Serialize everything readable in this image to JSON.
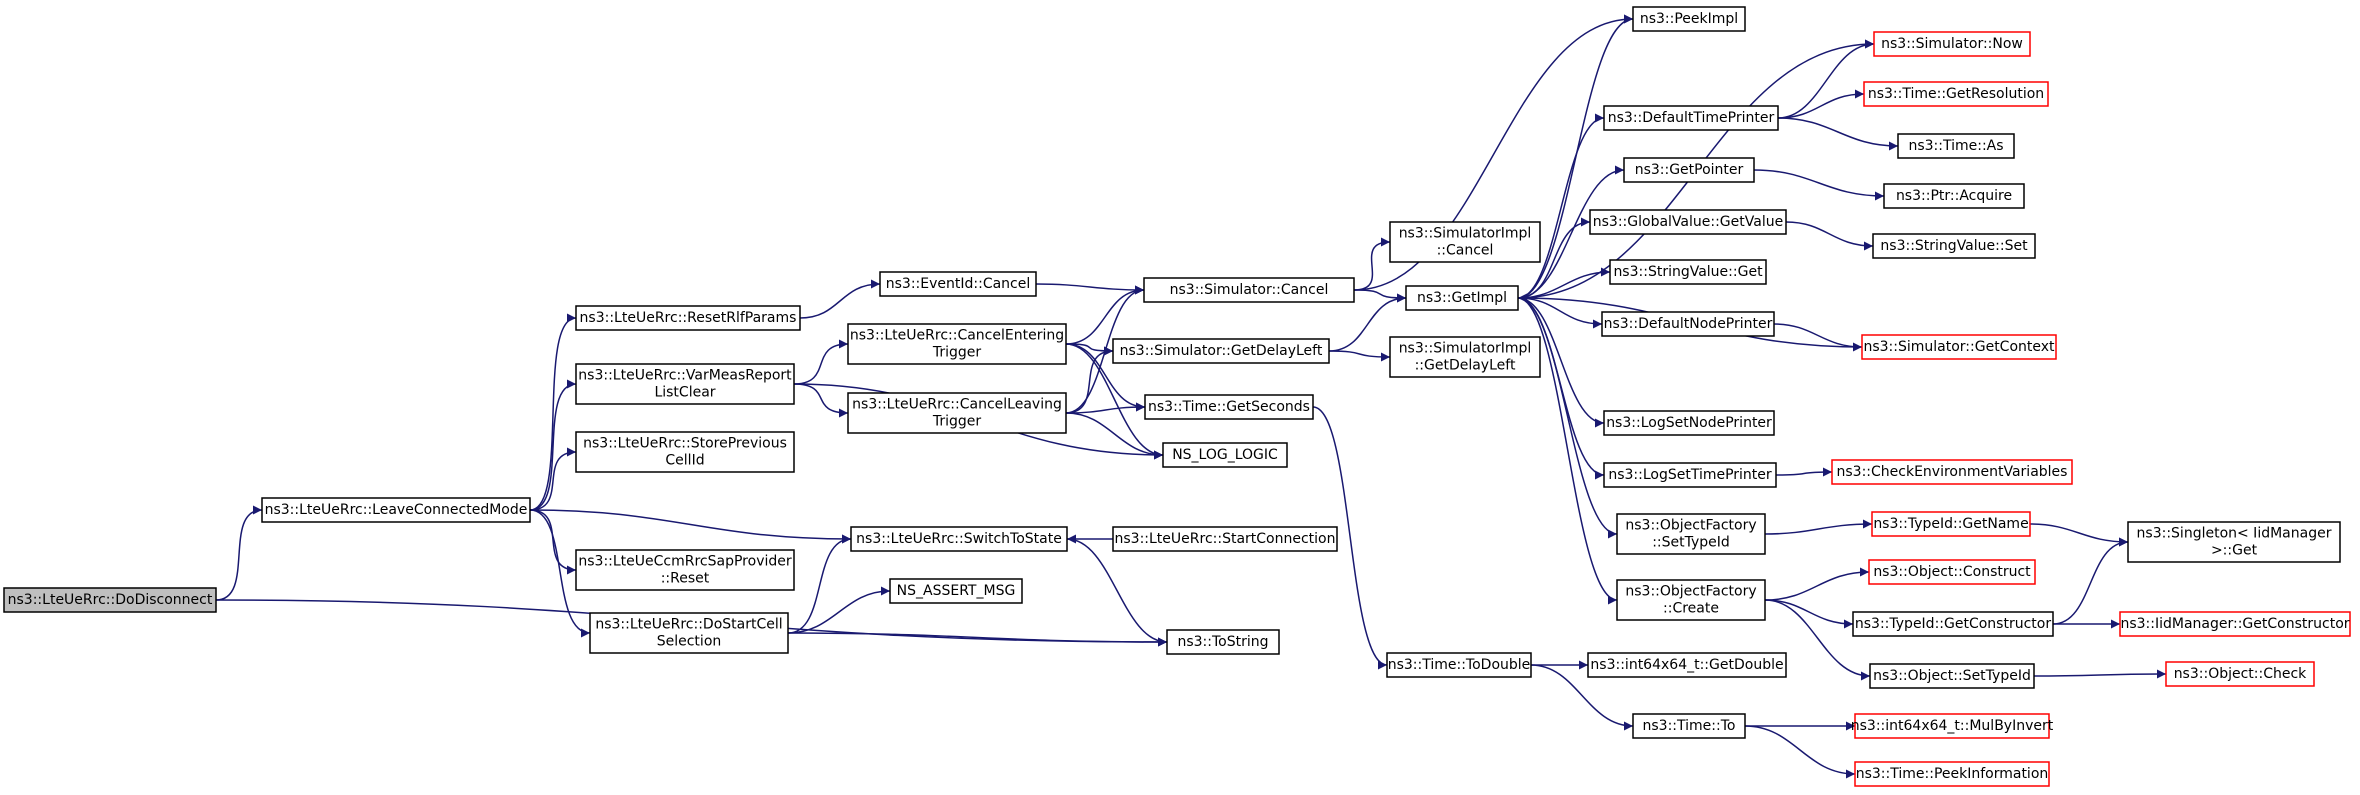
{
  "colors": {
    "edge": "#191970",
    "node_border": "#000000",
    "node_border_missing": "#ff0000",
    "root_fill": "#bfbfbf",
    "node_fill": "#ffffff"
  },
  "nodes": [
    {
      "id": "n0",
      "lines": [
        "ns3::LteUeRrc::DoDisconnect"
      ],
      "style": "root"
    },
    {
      "id": "n1",
      "lines": [
        "ns3::LteUeRrc::LeaveConnectedMode"
      ],
      "style": "normal"
    },
    {
      "id": "n2",
      "lines": [
        "ns3::LteUeRrc::ResetRlfParams"
      ],
      "style": "normal"
    },
    {
      "id": "n3",
      "lines": [
        "ns3::LteUeRrc::VarMeasReport",
        "ListClear"
      ],
      "style": "normal"
    },
    {
      "id": "n4",
      "lines": [
        "ns3::LteUeRrc::StorePrevious",
        "CellId"
      ],
      "style": "normal"
    },
    {
      "id": "n5",
      "lines": [
        "ns3::LteUeCcmRrcSapProvider",
        "::Reset"
      ],
      "style": "normal"
    },
    {
      "id": "n6",
      "lines": [
        "ns3::LteUeRrc::DoStartCell",
        "Selection"
      ],
      "style": "normal"
    },
    {
      "id": "n7",
      "lines": [
        "ns3::EventId::Cancel"
      ],
      "style": "normal"
    },
    {
      "id": "n8",
      "lines": [
        "ns3::LteUeRrc::CancelEntering",
        "Trigger"
      ],
      "style": "normal"
    },
    {
      "id": "n9",
      "lines": [
        "ns3::LteUeRrc::CancelLeaving",
        "Trigger"
      ],
      "style": "normal"
    },
    {
      "id": "n10",
      "lines": [
        "ns3::LteUeRrc::SwitchToState"
      ],
      "style": "normal"
    },
    {
      "id": "n11",
      "lines": [
        "NS_ASSERT_MSG"
      ],
      "style": "normal"
    },
    {
      "id": "n12",
      "lines": [
        "ns3::Simulator::Cancel"
      ],
      "style": "normal"
    },
    {
      "id": "n13",
      "lines": [
        "ns3::Simulator::GetDelayLeft"
      ],
      "style": "normal"
    },
    {
      "id": "n14",
      "lines": [
        "ns3::Time::GetSeconds"
      ],
      "style": "normal"
    },
    {
      "id": "n15",
      "lines": [
        "NS_LOG_LOGIC"
      ],
      "style": "normal"
    },
    {
      "id": "n16",
      "lines": [
        "ns3::LteUeRrc::StartConnection"
      ],
      "style": "normal"
    },
    {
      "id": "n17",
      "lines": [
        "ns3::ToString"
      ],
      "style": "normal"
    },
    {
      "id": "n18",
      "lines": [
        "ns3::SimulatorImpl",
        "::Cancel"
      ],
      "style": "normal"
    },
    {
      "id": "n19",
      "lines": [
        "ns3::GetImpl"
      ],
      "style": "normal"
    },
    {
      "id": "n20",
      "lines": [
        "ns3::SimulatorImpl",
        "::GetDelayLeft"
      ],
      "style": "normal"
    },
    {
      "id": "n21",
      "lines": [
        "ns3::Time::ToDouble"
      ],
      "style": "normal"
    },
    {
      "id": "n22",
      "lines": [
        "ns3::PeekImpl"
      ],
      "style": "normal"
    },
    {
      "id": "n23",
      "lines": [
        "ns3::DefaultTimePrinter"
      ],
      "style": "normal"
    },
    {
      "id": "n24",
      "lines": [
        "ns3::GetPointer"
      ],
      "style": "normal"
    },
    {
      "id": "n25",
      "lines": [
        "ns3::GlobalValue::GetValue"
      ],
      "style": "normal"
    },
    {
      "id": "n26",
      "lines": [
        "ns3::StringValue::Get"
      ],
      "style": "normal"
    },
    {
      "id": "n27",
      "lines": [
        "ns3::DefaultNodePrinter"
      ],
      "style": "normal"
    },
    {
      "id": "n28",
      "lines": [
        "ns3::LogSetNodePrinter"
      ],
      "style": "normal"
    },
    {
      "id": "n29",
      "lines": [
        "ns3::LogSetTimePrinter"
      ],
      "style": "normal"
    },
    {
      "id": "n30",
      "lines": [
        "ns3::ObjectFactory",
        "::SetTypeId"
      ],
      "style": "normal"
    },
    {
      "id": "n31",
      "lines": [
        "ns3::ObjectFactory",
        "::Create"
      ],
      "style": "normal"
    },
    {
      "id": "n32",
      "lines": [
        "ns3::int64x64_t::GetDouble"
      ],
      "style": "normal"
    },
    {
      "id": "n33",
      "lines": [
        "ns3::Time::To"
      ],
      "style": "normal"
    },
    {
      "id": "n34",
      "lines": [
        "ns3::Simulator::Now"
      ],
      "style": "missing"
    },
    {
      "id": "n35",
      "lines": [
        "ns3::Time::GetResolution"
      ],
      "style": "missing"
    },
    {
      "id": "n36",
      "lines": [
        "ns3::Time::As"
      ],
      "style": "normal"
    },
    {
      "id": "n37",
      "lines": [
        "ns3::Ptr::Acquire"
      ],
      "style": "normal"
    },
    {
      "id": "n38",
      "lines": [
        "ns3::StringValue::Set"
      ],
      "style": "normal"
    },
    {
      "id": "n39",
      "lines": [
        "ns3::Simulator::GetContext"
      ],
      "style": "missing"
    },
    {
      "id": "n40",
      "lines": [
        "ns3::CheckEnvironmentVariables"
      ],
      "style": "missing"
    },
    {
      "id": "n41",
      "lines": [
        "ns3::TypeId::GetName"
      ],
      "style": "missing"
    },
    {
      "id": "n42",
      "lines": [
        "ns3::Object::Construct"
      ],
      "style": "missing"
    },
    {
      "id": "n43",
      "lines": [
        "ns3::TypeId::GetConstructor"
      ],
      "style": "normal"
    },
    {
      "id": "n44",
      "lines": [
        "ns3::Object::SetTypeId"
      ],
      "style": "normal"
    },
    {
      "id": "n45",
      "lines": [
        "ns3::int64x64_t::MulByInvert"
      ],
      "style": "missing"
    },
    {
      "id": "n46",
      "lines": [
        "ns3::Time::PeekInformation"
      ],
      "style": "missing"
    },
    {
      "id": "n47",
      "lines": [
        "ns3::Singleton< IidManager",
        " >::Get"
      ],
      "style": "normal"
    },
    {
      "id": "n48",
      "lines": [
        "ns3::IidManager::GetConstructor"
      ],
      "style": "missing"
    },
    {
      "id": "n49",
      "lines": [
        "ns3::Object::Check"
      ],
      "style": "missing"
    }
  ],
  "edges": [
    [
      "n0",
      "n1"
    ],
    [
      "n0",
      "n17"
    ],
    [
      "n1",
      "n2"
    ],
    [
      "n1",
      "n3"
    ],
    [
      "n1",
      "n4"
    ],
    [
      "n1",
      "n5"
    ],
    [
      "n1",
      "n6"
    ],
    [
      "n1",
      "n10"
    ],
    [
      "n2",
      "n7"
    ],
    [
      "n7",
      "n12"
    ],
    [
      "n3",
      "n8"
    ],
    [
      "n3",
      "n9"
    ],
    [
      "n3",
      "n15"
    ],
    [
      "n8",
      "n12"
    ],
    [
      "n8",
      "n13"
    ],
    [
      "n8",
      "n14"
    ],
    [
      "n8",
      "n15"
    ],
    [
      "n9",
      "n12"
    ],
    [
      "n9",
      "n13"
    ],
    [
      "n9",
      "n14"
    ],
    [
      "n9",
      "n15"
    ],
    [
      "n6",
      "n10"
    ],
    [
      "n6",
      "n11"
    ],
    [
      "n6",
      "n17"
    ],
    [
      "n10",
      "n17"
    ],
    [
      "n16",
      "n10"
    ],
    [
      "n12",
      "n18"
    ],
    [
      "n12",
      "n19"
    ],
    [
      "n12",
      "n22"
    ],
    [
      "n13",
      "n19"
    ],
    [
      "n13",
      "n20"
    ],
    [
      "n14",
      "n21"
    ],
    [
      "n19",
      "n22"
    ],
    [
      "n19",
      "n34"
    ],
    [
      "n19",
      "n23"
    ],
    [
      "n19",
      "n24"
    ],
    [
      "n19",
      "n25"
    ],
    [
      "n19",
      "n26"
    ],
    [
      "n19",
      "n27"
    ],
    [
      "n19",
      "n28"
    ],
    [
      "n19",
      "n29"
    ],
    [
      "n19",
      "n30"
    ],
    [
      "n19",
      "n31"
    ],
    [
      "n23",
      "n34"
    ],
    [
      "n23",
      "n35"
    ],
    [
      "n23",
      "n36"
    ],
    [
      "n24",
      "n37"
    ],
    [
      "n25",
      "n38"
    ],
    [
      "n27",
      "n39"
    ],
    [
      "n39",
      "n19"
    ],
    [
      "n29",
      "n40"
    ],
    [
      "n30",
      "n41"
    ],
    [
      "n41",
      "n47"
    ],
    [
      "n31",
      "n42"
    ],
    [
      "n31",
      "n43"
    ],
    [
      "n31",
      "n44"
    ],
    [
      "n43",
      "n47"
    ],
    [
      "n43",
      "n48"
    ],
    [
      "n44",
      "n49"
    ],
    [
      "n21",
      "n32"
    ],
    [
      "n21",
      "n33"
    ],
    [
      "n33",
      "n45"
    ],
    [
      "n33",
      "n46"
    ]
  ]
}
